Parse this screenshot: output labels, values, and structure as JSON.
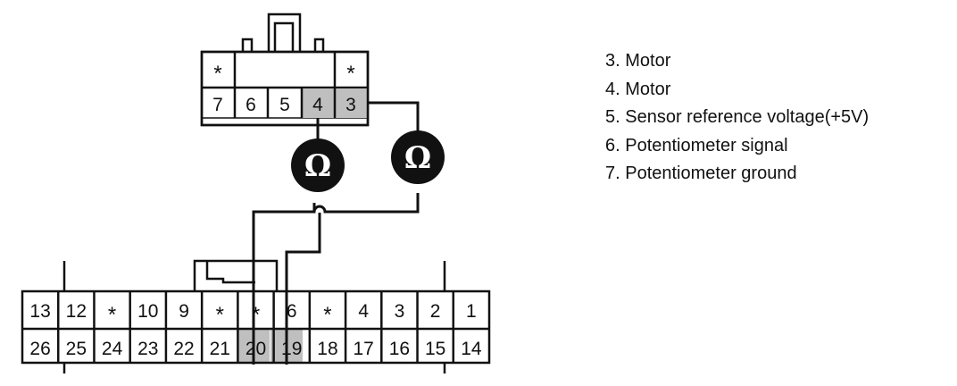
{
  "top_connector": {
    "row1": [
      "*",
      "",
      "",
      "",
      "*"
    ],
    "row2": [
      "7",
      "6",
      "5",
      "4",
      "3"
    ]
  },
  "meters": [
    {
      "symbol": "Ω"
    },
    {
      "symbol": "Ω"
    }
  ],
  "bottom_connector": {
    "row1": [
      "13",
      "12",
      "*",
      "10",
      "9",
      "*",
      "*",
      "6",
      "*",
      "4",
      "3",
      "2",
      "1"
    ],
    "row2": [
      "26",
      "25",
      "24",
      "23",
      "22",
      "21",
      "20",
      "19",
      "18",
      "17",
      "16",
      "15",
      "14"
    ]
  },
  "legend": [
    "3. Motor",
    "4. Motor",
    "5. Sensor reference voltage(+5V)",
    "6. Potentiometer signal",
    "7. Potentiometer ground"
  ]
}
